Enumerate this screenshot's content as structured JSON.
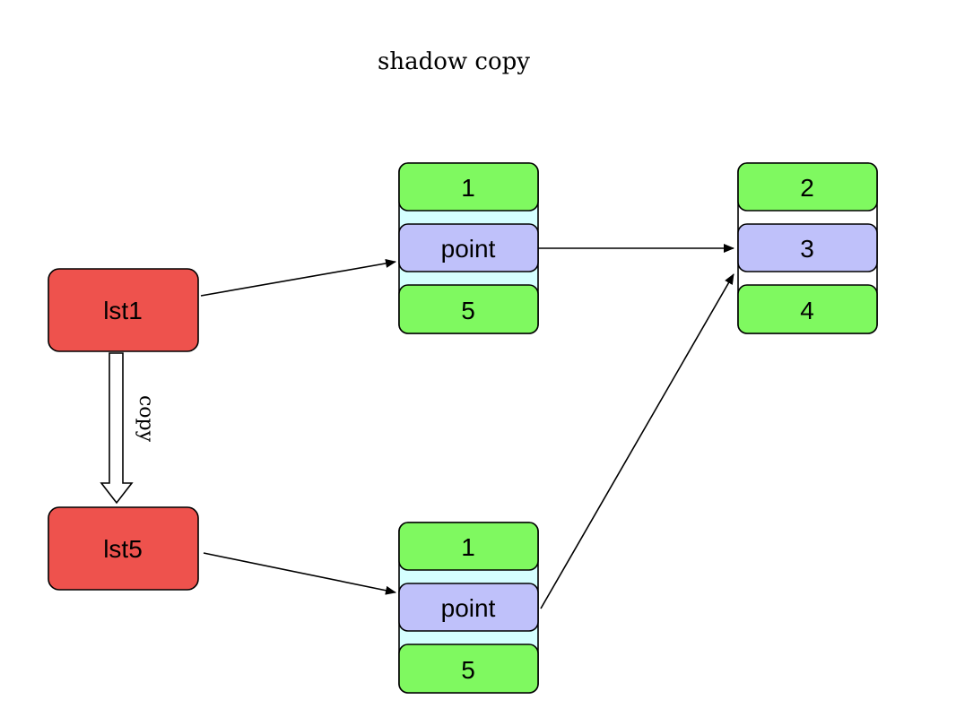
{
  "diagram": {
    "title": "shadow copy",
    "copy_label": "copy",
    "colors": {
      "variable_fill": "#ee524d",
      "value_cell_fill": "#7ff960",
      "pointer_cell_fill": "#bfc1fa",
      "container_fill": "#d5ffff",
      "stroke": "#000000"
    },
    "variables": [
      {
        "id": "lst1",
        "label": "lst1"
      },
      {
        "id": "lst5",
        "label": "lst5"
      }
    ],
    "lists": [
      {
        "id": "outer-list-a",
        "cells": [
          {
            "label": "1",
            "kind": "value"
          },
          {
            "label": "point",
            "kind": "pointer"
          },
          {
            "label": "5",
            "kind": "value"
          }
        ]
      },
      {
        "id": "outer-list-b",
        "cells": [
          {
            "label": "1",
            "kind": "value"
          },
          {
            "label": "point",
            "kind": "pointer"
          },
          {
            "label": "5",
            "kind": "value"
          }
        ]
      },
      {
        "id": "inner-list",
        "cells": [
          {
            "label": "2",
            "kind": "value"
          },
          {
            "label": "3",
            "kind": "pointer"
          },
          {
            "label": "4",
            "kind": "value"
          }
        ]
      }
    ],
    "edges": [
      {
        "from": "lst1",
        "to": "outer-list-a"
      },
      {
        "from": "lst5",
        "to": "outer-list-b"
      },
      {
        "from": "outer-list-a.point",
        "to": "inner-list"
      },
      {
        "from": "outer-list-b.point",
        "to": "inner-list"
      },
      {
        "from": "lst1",
        "to": "lst5",
        "style": "hollow-arrow",
        "label": "copy"
      }
    ]
  }
}
